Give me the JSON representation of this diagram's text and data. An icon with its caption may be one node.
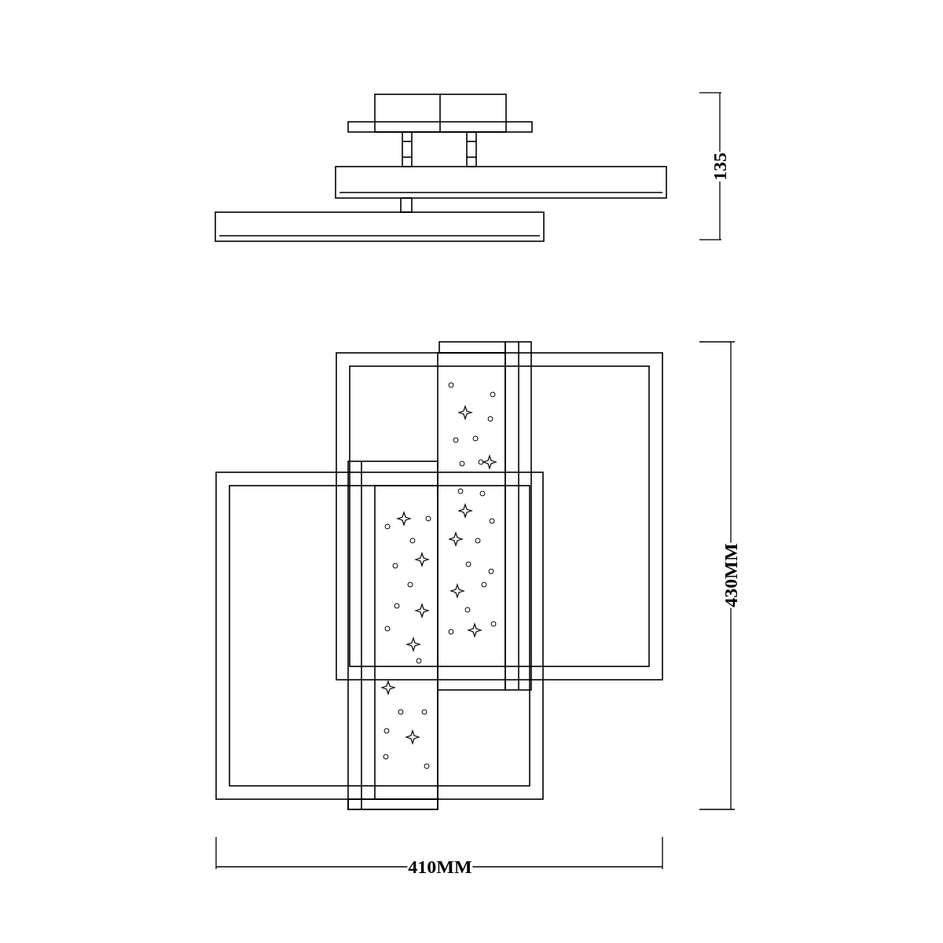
{
  "diagram": {
    "labels": [
      "135",
      "430MM",
      "410MM"
    ]
  }
}
